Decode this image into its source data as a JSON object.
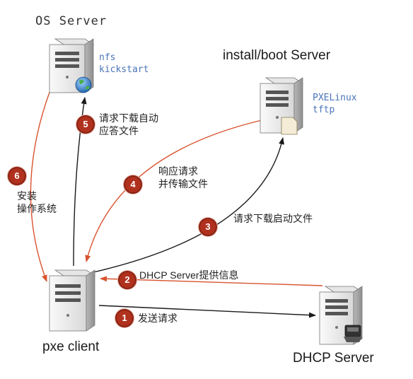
{
  "servers": {
    "os": {
      "title": "OS Server",
      "services": [
        "nfs",
        "kickstart"
      ]
    },
    "install": {
      "title": "install/boot Server",
      "services": [
        "PXELinux",
        "tftp"
      ]
    },
    "client": {
      "title": "pxe client"
    },
    "dhcp": {
      "title": "DHCP Server"
    }
  },
  "steps": [
    {
      "num": "1",
      "lines": [
        "发送请求"
      ]
    },
    {
      "num": "2",
      "lines": [
        "DHCP Server提供信息"
      ]
    },
    {
      "num": "3",
      "lines": [
        "请求下载启动文件"
      ]
    },
    {
      "num": "4",
      "lines": [
        "响应请求",
        "并传输文件"
      ]
    },
    {
      "num": "5",
      "lines": [
        "请求下载自动",
        "应答文件"
      ]
    },
    {
      "num": "6",
      "lines": [
        "安装",
        "操作系统"
      ]
    }
  ],
  "colors": {
    "request_arrow": "#1a1a1a",
    "response_arrow": "#d9532f",
    "badge": "#b0311e"
  }
}
